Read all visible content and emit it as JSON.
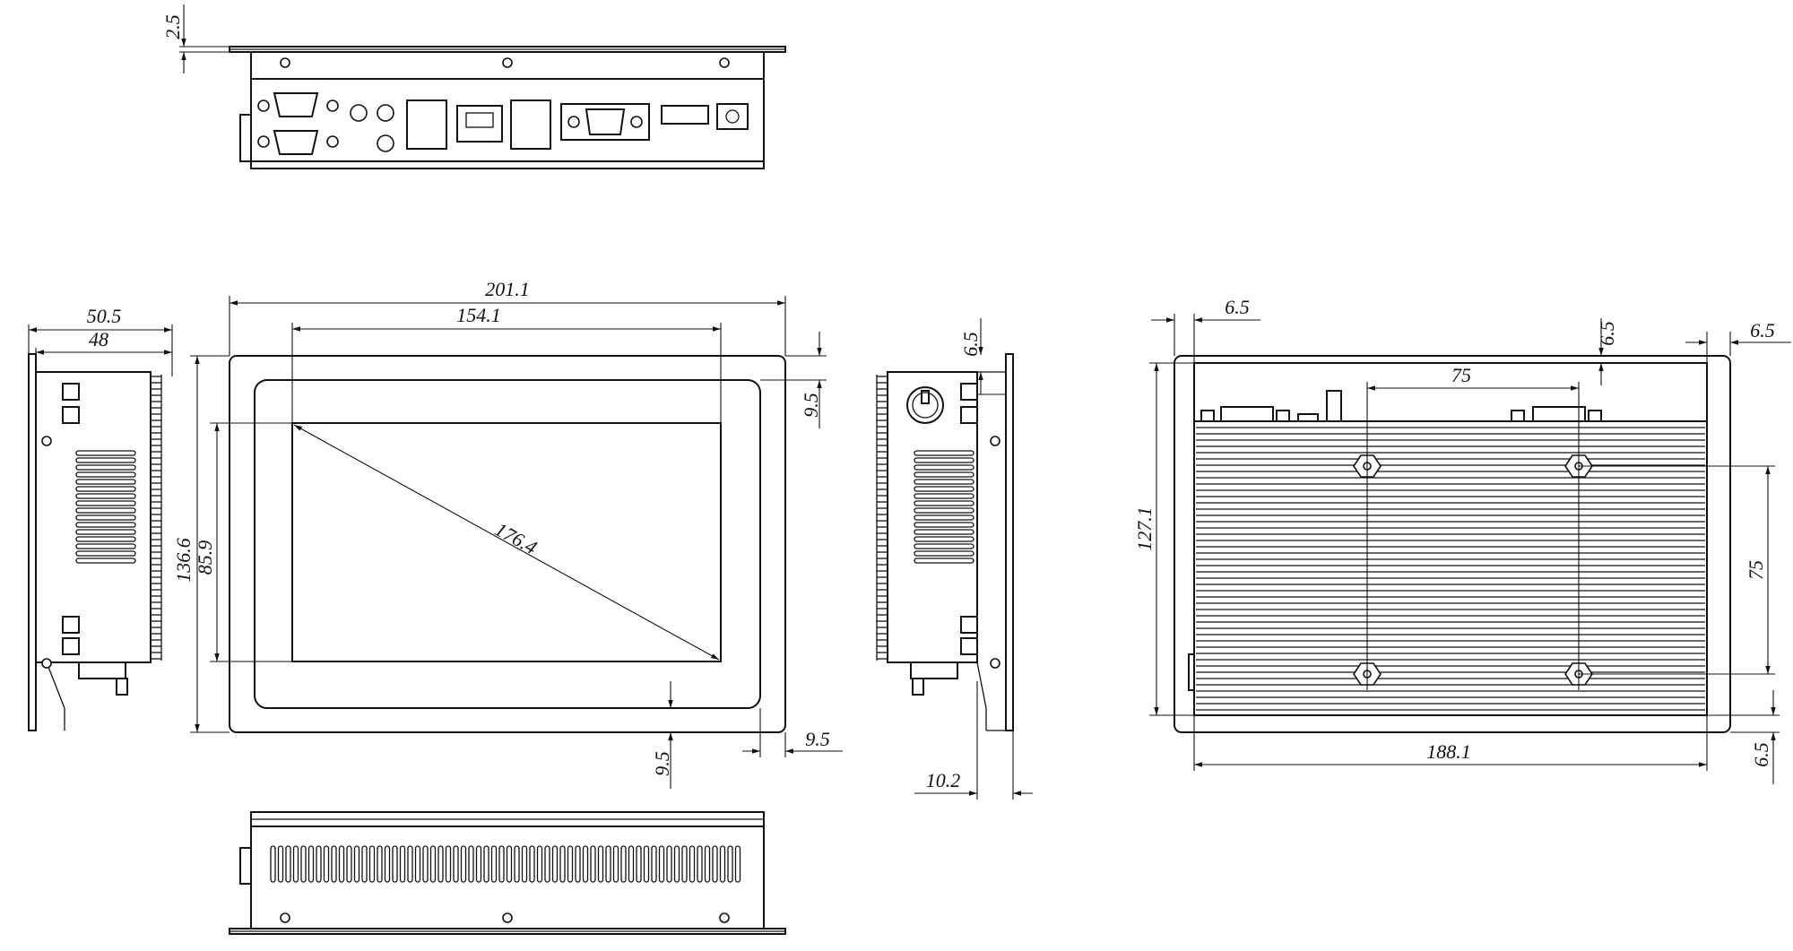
{
  "colors": {
    "line": "#111111",
    "background": "#ffffff"
  },
  "top_view": {
    "flange_thickness": "2.5"
  },
  "left_side_view": {
    "total_depth": "50.5",
    "body_depth": "48"
  },
  "front_view": {
    "overall_width": "201.1",
    "display_width": "154.1",
    "overall_height": "136.6",
    "display_height": "85.9",
    "diagonal": "176.4",
    "top_margin": "9.5",
    "bottom_margin": "9.5",
    "side_margin": "9.5"
  },
  "right_side_view": {
    "flange_offset": "6.5",
    "front_depth": "10.2"
  },
  "rear_view": {
    "left_offset": "6.5",
    "right_offset": "6.5",
    "top_offset": "6.5",
    "bottom_offset": "6.5",
    "vesa_horizontal": "75",
    "vesa_vertical": "75",
    "cutout_height": "127.1",
    "cutout_width": "188.1"
  }
}
